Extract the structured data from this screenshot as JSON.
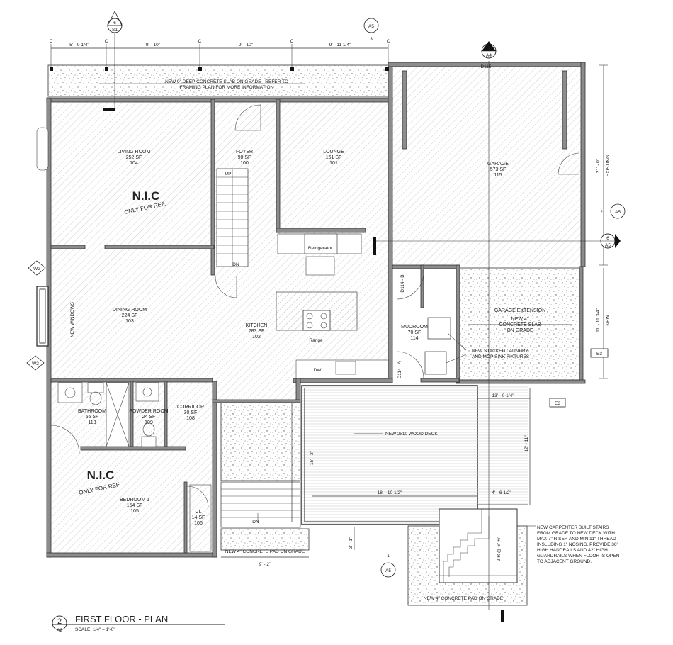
{
  "title_block": {
    "number": "2",
    "sheet": "A2",
    "title": "FIRST FLOOR - PLAN",
    "scale": "SCALE:  1/4\" = 1'-0\""
  },
  "rooms": [
    {
      "name": "LIVING ROOM",
      "area": "252 SF",
      "number": "104"
    },
    {
      "name": "FOYER",
      "area": "90 SF",
      "number": "100"
    },
    {
      "name": "LOUNGE",
      "area": "161 SF",
      "number": "101"
    },
    {
      "name": "GARAGE",
      "area": "573 SF",
      "number": "115"
    },
    {
      "name": "DINING ROOM",
      "area": "224 SF",
      "number": "103"
    },
    {
      "name": "KITCHEN",
      "area": "283 SF",
      "number": "102"
    },
    {
      "name": "MUDROOM",
      "area": "70 SF",
      "number": "114"
    },
    {
      "name": "BATHROOM",
      "area": "56 SF",
      "number": "113"
    },
    {
      "name": "POWDER ROOM",
      "area": "24 SF",
      "number": "109"
    },
    {
      "name": "CORRIDOR",
      "area": "30 SF",
      "number": "108"
    },
    {
      "name": "BEDROOM 1",
      "area": "154 SF",
      "number": "105"
    },
    {
      "name": "CL",
      "area": "14 SF",
      "number": "106"
    }
  ],
  "nic": {
    "label": "N.I.C",
    "sub": "ONLY FOR REF."
  },
  "notes": {
    "slab_top": "NEW 9\" DEEP CONCRETE SLAB ON GRADE - REFER TO",
    "slab_top_2": "FRAMING PLAN FOR MORE INFORMATION",
    "garage_ext": "GARAGE EXTENSION",
    "garage_ext_1": "NEW 4\"",
    "garage_ext_2": "CONCRETE SLAB",
    "garage_ext_3": "ON GRADE",
    "laundry_1": "NEW STACKED LAUNDRY",
    "laundry_2": "AND MOP SINK FIXTURES",
    "deck": "NEW 2x10 WOOD DECK",
    "pad_left": "NEW 4\" CONCRETE PAD ON GRADE",
    "pad_right": "NEW 4\" CONCRETE PAD ON GRADE",
    "new_windows": "NEW WINDOWS",
    "stairs_1": "NEW CARPENTER BUILT STAIRS",
    "stairs_2": "FROM GRADE TO NEW DECK WITH",
    "stairs_3": "MAX 7\" RISER AND MIN 11\" THREAD",
    "stairs_4": "INSLUDING 1\" NOSING. PROVIDE 36\"",
    "stairs_5": "HIGH HANDRAILS AND 42\" HIGH",
    "stairs_6": "GUARDRAILS WHEN FLOOR IS OPEN",
    "stairs_7": "TO ADJACENT GROUND.",
    "refrigerator": "Refrigerator",
    "range": "Range",
    "dw": "DW",
    "up": "UP",
    "dn": "DN",
    "dn2": "DN",
    "existing": "EXISTING",
    "new": "NEW",
    "risers": "9 R @ 6\" +/-"
  },
  "dimensions": {
    "top_1": "5' - 9 1/4\"",
    "top_2": "9' - 10\"",
    "top_3": "9' - 10\"",
    "top_4": "9' - 11 1/4\"",
    "garage_h": "21' - 0\"",
    "ext_h": "11' - 11 3/4\"",
    "deck_w": "13' - 0 1/4\"",
    "deck_h": "15' - 2\"",
    "deck_h2": "12' - 11\"",
    "deck_wide": "18' - 10 1/2\"",
    "deck_small": "4' - 6 1/2\"",
    "pad_h": "3' - 1\"",
    "pad_w": "9' - 2\""
  },
  "doors": {
    "d115": "D115",
    "d114b": "D114 - B",
    "d114a": "D114 - A"
  },
  "section_markers": {
    "top_s1_num": "6",
    "top_s1_sheet": "S1",
    "top_a5": "A5",
    "top_a5_sub": "3",
    "a4_num": "1",
    "a4_sheet": "A4",
    "right_a5_1": "A5",
    "right_a5_1_num": "2",
    "right_a5_2_num": "6",
    "right_a5_2": "A5",
    "bottom_a5_num": "1",
    "bottom_a5": "A5",
    "w2_top": "W2",
    "w2_bottom": "W2",
    "e3_right": "E3",
    "e3_bottom": "E3"
  },
  "grid_marks": [
    "C",
    "C",
    "C",
    "C",
    "C"
  ]
}
